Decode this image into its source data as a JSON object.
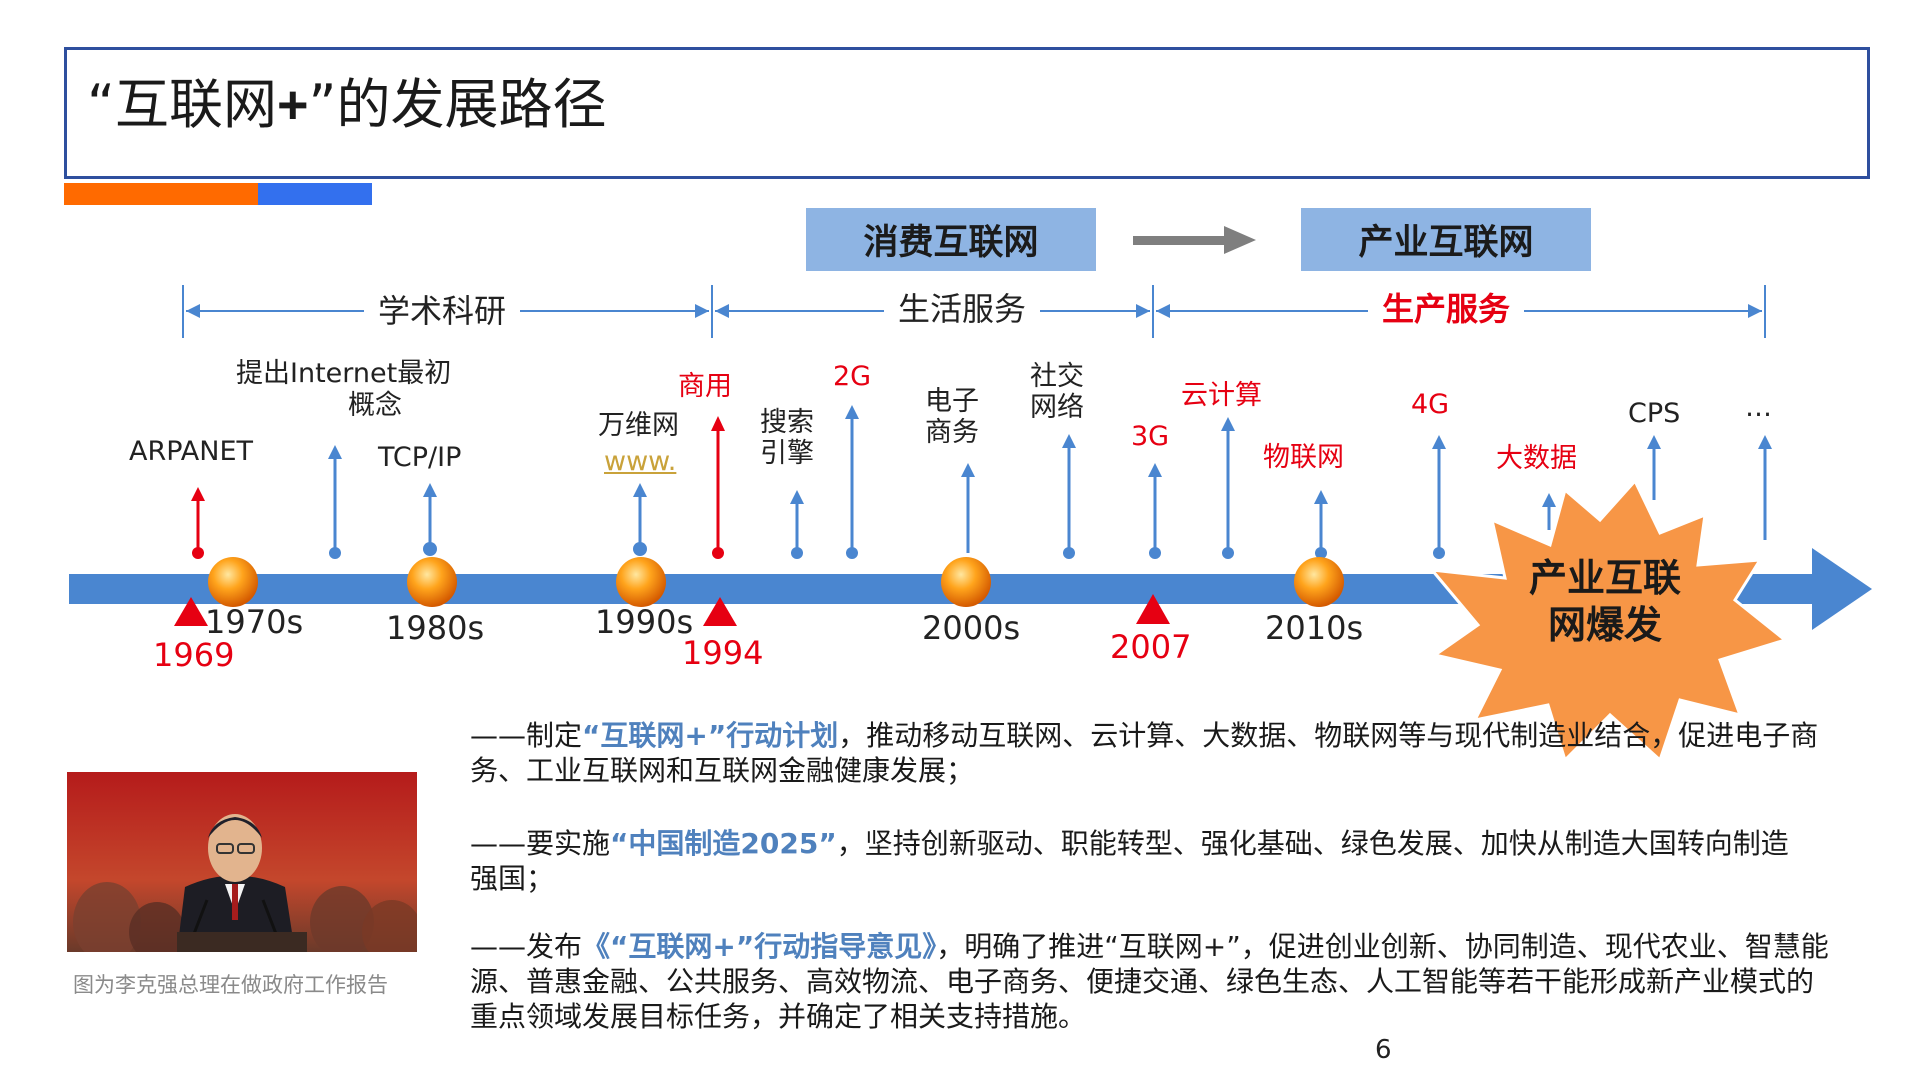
{
  "title": {
    "quote_open": "“",
    "main": "互联网",
    "plus": "+",
    "quote_close": "”",
    "rest": "的发展路径"
  },
  "tags": {
    "consumer": "消费互联网",
    "industry": "产业互联网"
  },
  "eras": [
    {
      "label": "学术科研"
    },
    {
      "label": "生活服务"
    },
    {
      "label": "生产服务"
    }
  ],
  "events": {
    "arpanet": "ARPANET",
    "concept_line1": "提出Internet最初",
    "concept_line2": "概念",
    "tcpip": "TCP/IP",
    "www_cn": "万维网",
    "www": "www.",
    "commercial": "商用",
    "search_line1": "搜索",
    "search_line2": "引擎",
    "g2": "2G",
    "ecom_line1": "电子",
    "ecom_line2": "商务",
    "social_line1": "社交",
    "social_line2": "网络",
    "g3": "3G",
    "cloud": "云计算",
    "iot": "物联网",
    "g4": "4G",
    "bigdata": "大数据",
    "cps": "CPS",
    "more": "…"
  },
  "decades": [
    "1970s",
    "1980s",
    "1990s",
    "2000s",
    "2010s"
  ],
  "years": [
    "1969",
    "1994",
    "2007"
  ],
  "burst": {
    "line1": "产业互联",
    "line2": "网爆发"
  },
  "paragraphs": [
    {
      "pre": "——制定",
      "hl": "“互联网+”行动计划",
      "post": "，推动移动互联网、云计算、大数据、物联网等与现代制造业结合，促进电子商务、工业互联网和互联网金融健康发展；"
    },
    {
      "pre": "——要实施",
      "hl": "“中国制造2025”",
      "post": "，坚持创新驱动、职能转型、强化基础、绿色发展、加快从制造大国转向制造强国；"
    },
    {
      "pre": "——发布",
      "hl": "《“互联网+”行动指导意见》",
      "post": "，明确了推进“互联网+”，促进创业创新、协同制造、现代农业、智慧能源、普惠金融、公共服务、高效物流、电子商务、便捷交通、绿色生态、人工智能等若干能形成新产业模式的重点领域发展目标任务，并确定了相关支持措施。"
    }
  ],
  "photo_caption": "图为李克强总理在做政府工作报告",
  "page_number": "6",
  "colors": {
    "timeline": "#4a86d0",
    "accent_red": "#e60012",
    "orange": "#ff6a00",
    "blue": "#3370ee",
    "tag_bg": "#8eb4e3",
    "burst": "#f79646"
  }
}
